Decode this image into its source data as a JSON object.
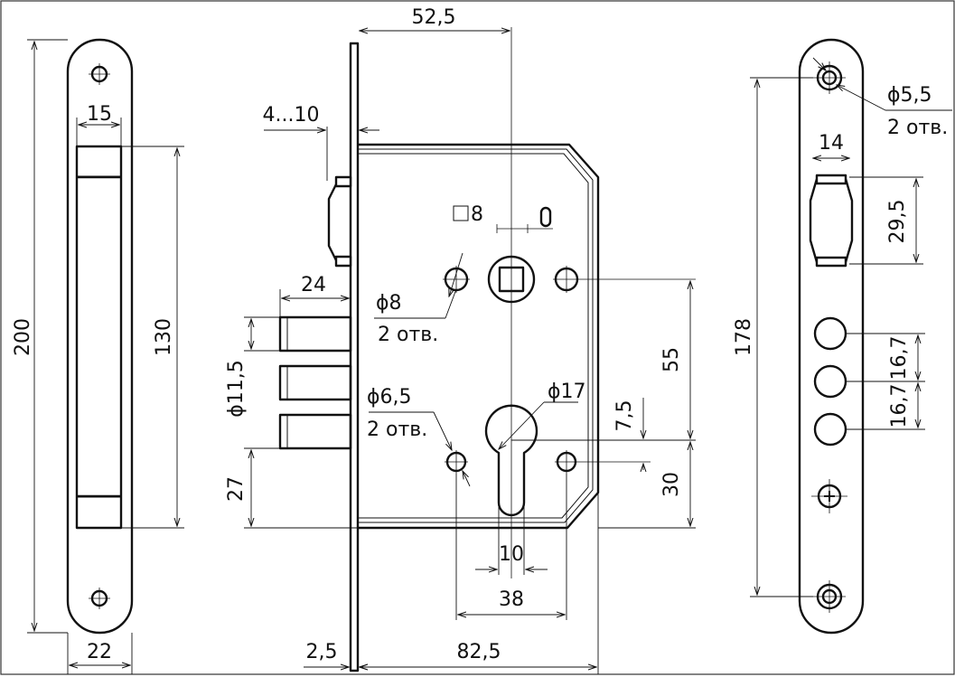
{
  "faceplate": {
    "height_total": "200",
    "width": "22",
    "bolt_width": "15",
    "bolt_travel": "130"
  },
  "lock_body": {
    "backset": "52,5",
    "plate_range": "4...10",
    "spindle_square": "8",
    "mount_hole_dia": "ϕ8",
    "mount_hole_count": "2 отв.",
    "bolt_projection": "24",
    "bolt_dia": "ϕ11,5",
    "screw_hole_dia": "ϕ6,5",
    "screw_hole_count": "2 отв.",
    "cylinder_dia": "ϕ17",
    "cylinder_offset": "7,5",
    "center_distance": "55",
    "cylinder_to_bottom": "30",
    "bolt_to_bottom": "27",
    "cylinder_width": "10",
    "hole_spacing": "38",
    "plate_thickness": "2,5",
    "body_width": "82,5"
  },
  "strike_plate": {
    "mount_hole_dia": "ϕ5,5",
    "mount_hole_count": "2 отв.",
    "latch_width": "14",
    "latch_height": "29,5",
    "hole_pitch_1": "16,7",
    "hole_pitch_2": "16,7",
    "height": "178"
  }
}
